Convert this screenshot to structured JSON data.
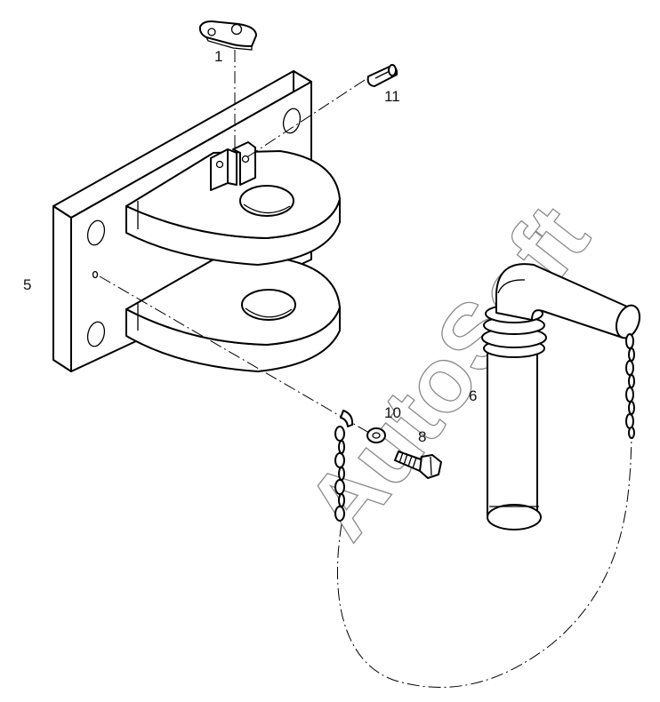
{
  "diagram": {
    "watermark": "AutoSoft",
    "callouts": {
      "p1": "1",
      "p5": "5",
      "p6": "6",
      "p8": "8",
      "p10": "10",
      "p11": "11"
    }
  }
}
